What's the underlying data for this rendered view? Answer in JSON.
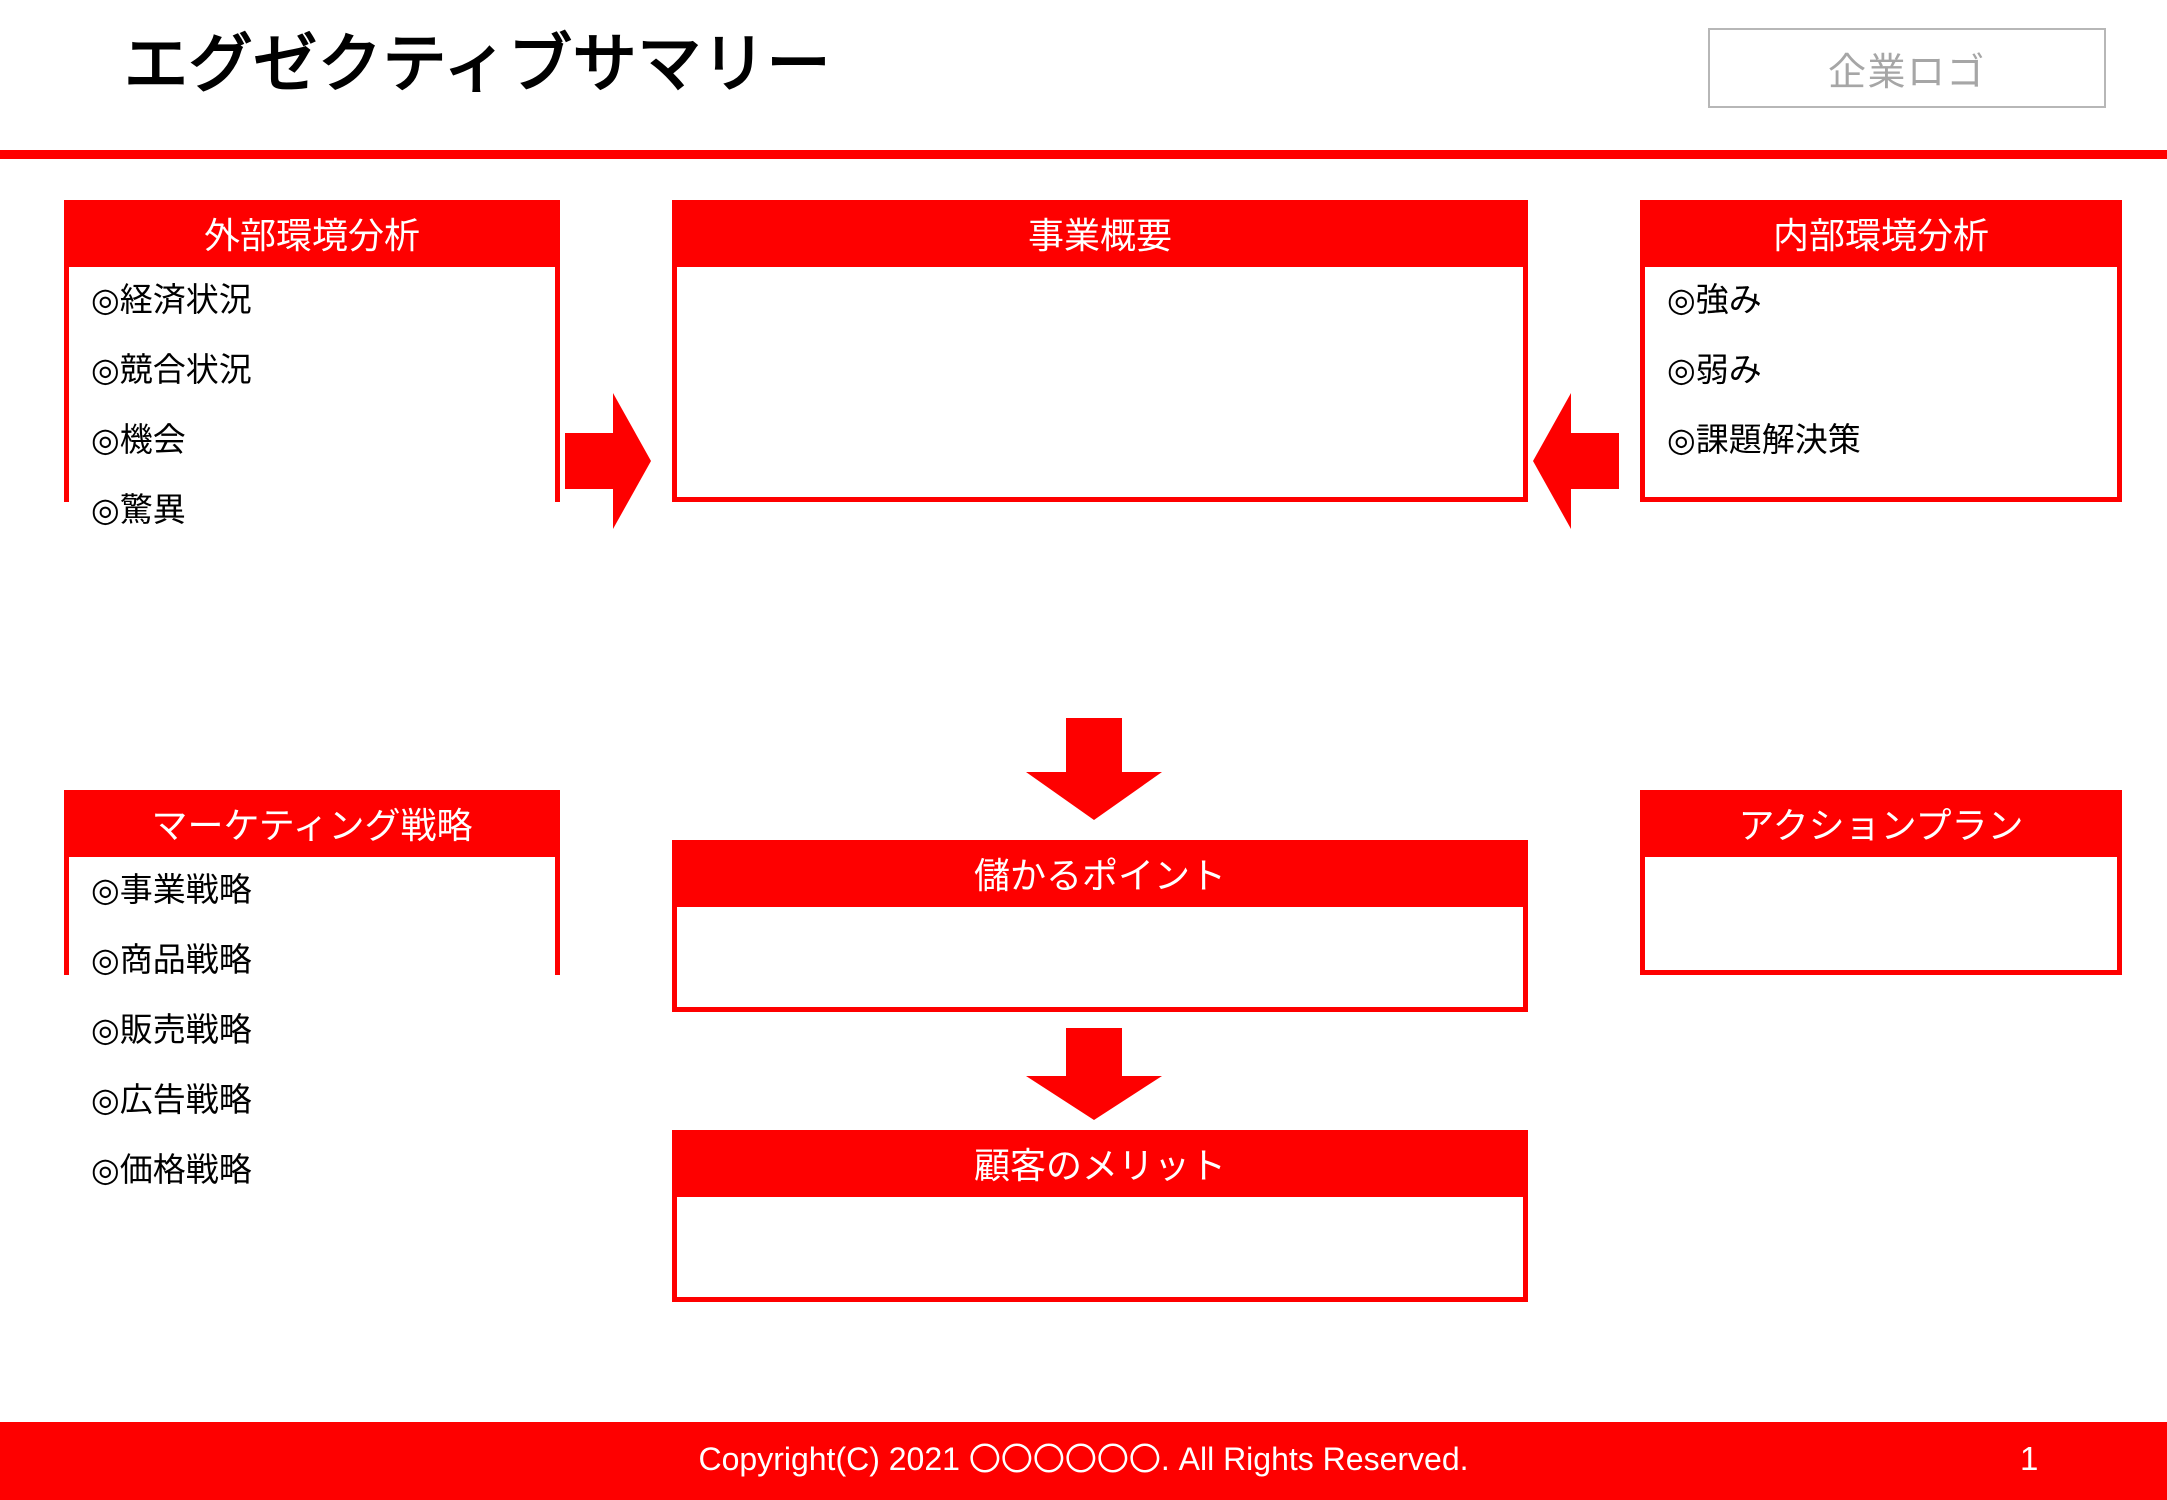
{
  "header": {
    "title": "エグゼクティブサマリー",
    "logo_placeholder": "企業ロゴ"
  },
  "colors": {
    "accent_red": "#FE0000",
    "header_text": "#000000",
    "panel_header_text": "#FFFFFF",
    "logo_border": "#B7B7B7",
    "logo_text": "#A6A6A6",
    "body_text": "#000000",
    "page_background": "#FFFFFF"
  },
  "panels": {
    "external": {
      "title": "外部環境分析",
      "items": [
        {
          "mark": "◎",
          "label": "経済状況"
        },
        {
          "mark": "◎",
          "label": "競合状況"
        },
        {
          "mark": "◎",
          "label": "機会"
        },
        {
          "mark": "◎",
          "label": "驚異"
        }
      ]
    },
    "overview": {
      "title": "事業概要",
      "items": []
    },
    "internal": {
      "title": "内部環境分析",
      "items": [
        {
          "mark": "◎",
          "label": "強み"
        },
        {
          "mark": "◎",
          "label": "弱み"
        },
        {
          "mark": "◎",
          "label": "課題解決策"
        }
      ]
    },
    "marketing": {
      "title": "マーケティング戦略",
      "items": [
        {
          "mark": "◎",
          "label": "事業戦略"
        },
        {
          "mark": "◎",
          "label": "商品戦略"
        },
        {
          "mark": "◎",
          "label": "販売戦略"
        },
        {
          "mark": "◎",
          "label": "広告戦略"
        },
        {
          "mark": "◎",
          "label": "価格戦略"
        }
      ]
    },
    "profit": {
      "title": "儲かるポイント",
      "items": []
    },
    "benefit": {
      "title": "顧客のメリット",
      "items": []
    },
    "action": {
      "title": "アクションプラン",
      "items": []
    }
  },
  "arrows": [
    {
      "name": "arrow-left-to-center",
      "direction": "right"
    },
    {
      "name": "arrow-right-to-center",
      "direction": "left"
    },
    {
      "name": "arrow-overview-profit",
      "direction": "down"
    },
    {
      "name": "arrow-profit-benefit",
      "direction": "down"
    }
  ],
  "footer": {
    "copyright": "Copyright(C) 2021 〇〇〇〇〇〇. All Rights Reserved.",
    "page_number": "1"
  }
}
